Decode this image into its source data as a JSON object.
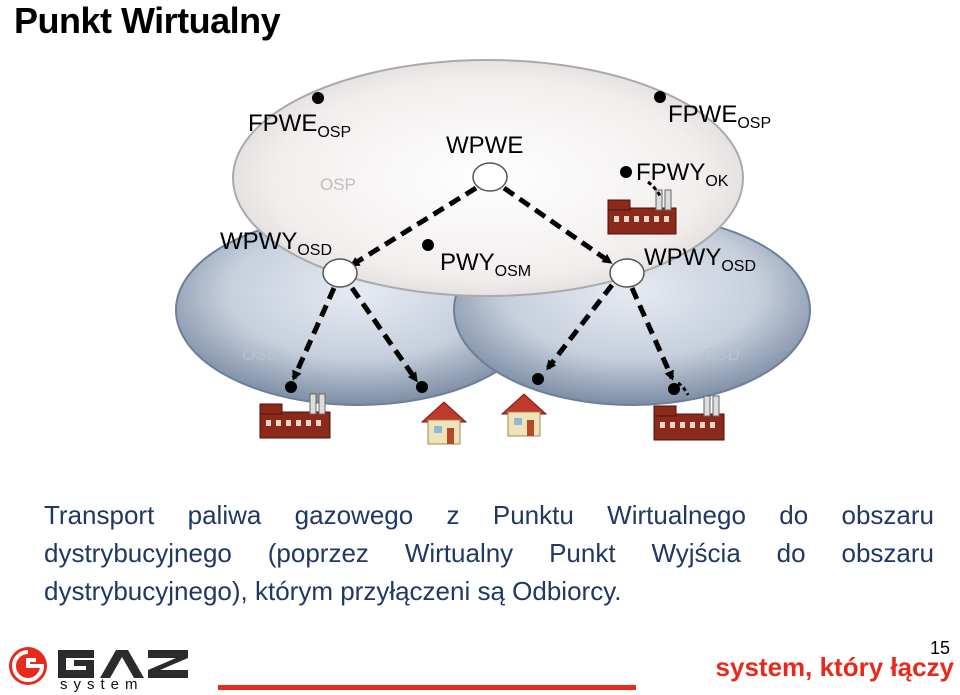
{
  "title": "Punkt Wirtualny",
  "diagram": {
    "osp_label": "OSP",
    "osd_left_label": "OSD",
    "osd_right_label": "OSD",
    "fpwe_osp_left": {
      "main": "FPWE",
      "sub": "OSP"
    },
    "wpwe": "WPWE",
    "fpwe_osp_right": {
      "main": "FPWE",
      "sub": "OSP"
    },
    "fpwy_ok": {
      "main": "FPWY",
      "sub": "OK"
    },
    "wpwy_osd_left": {
      "main": "WPWY",
      "sub": "OSD"
    },
    "pwy_osm": {
      "main": "PWY",
      "sub": "OSM"
    },
    "wpwy_osd_right": {
      "main": "WPWY",
      "sub": "OSD"
    }
  },
  "caption": "Transport paliwa gazowego z Punktu Wirtualnego do obszaru dystrybucyjnego (poprzez Wirtualny Punkt Wyjścia do obszaru dystrybucyjnego), którym przyłączeni są Odbiorcy.",
  "footer": {
    "page_number": "15",
    "slogan": "system, który łączy",
    "logo_text": "system"
  },
  "colors": {
    "ellipse_fill": "#eeeaea",
    "osd_ellipse_fill": "#6d7f99",
    "accent": "#e8291c",
    "caption": "#1f3864",
    "factory": "#8b2a1a"
  }
}
